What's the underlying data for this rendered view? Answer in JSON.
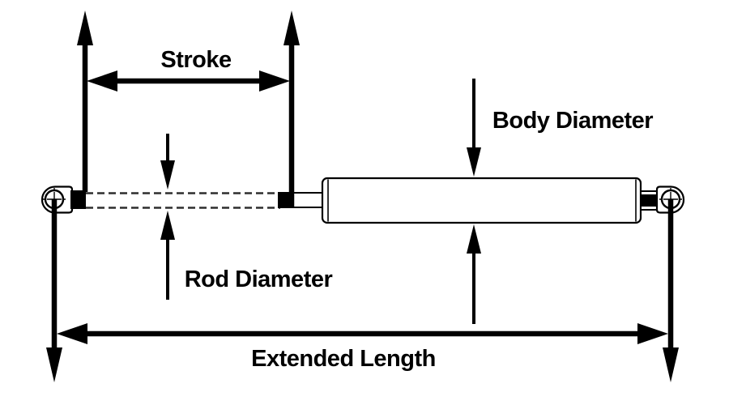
{
  "diagram": {
    "type": "technical-dimension-diagram",
    "subject": "gas-spring",
    "labels": {
      "stroke": "Stroke",
      "body_diameter": "Body Diameter",
      "rod_diameter": "Rod Diameter",
      "extended_length": "Extended Length"
    },
    "colors": {
      "ink": "#000000",
      "background": "#ffffff",
      "dashed_rod": "#2e2e2e"
    }
  }
}
